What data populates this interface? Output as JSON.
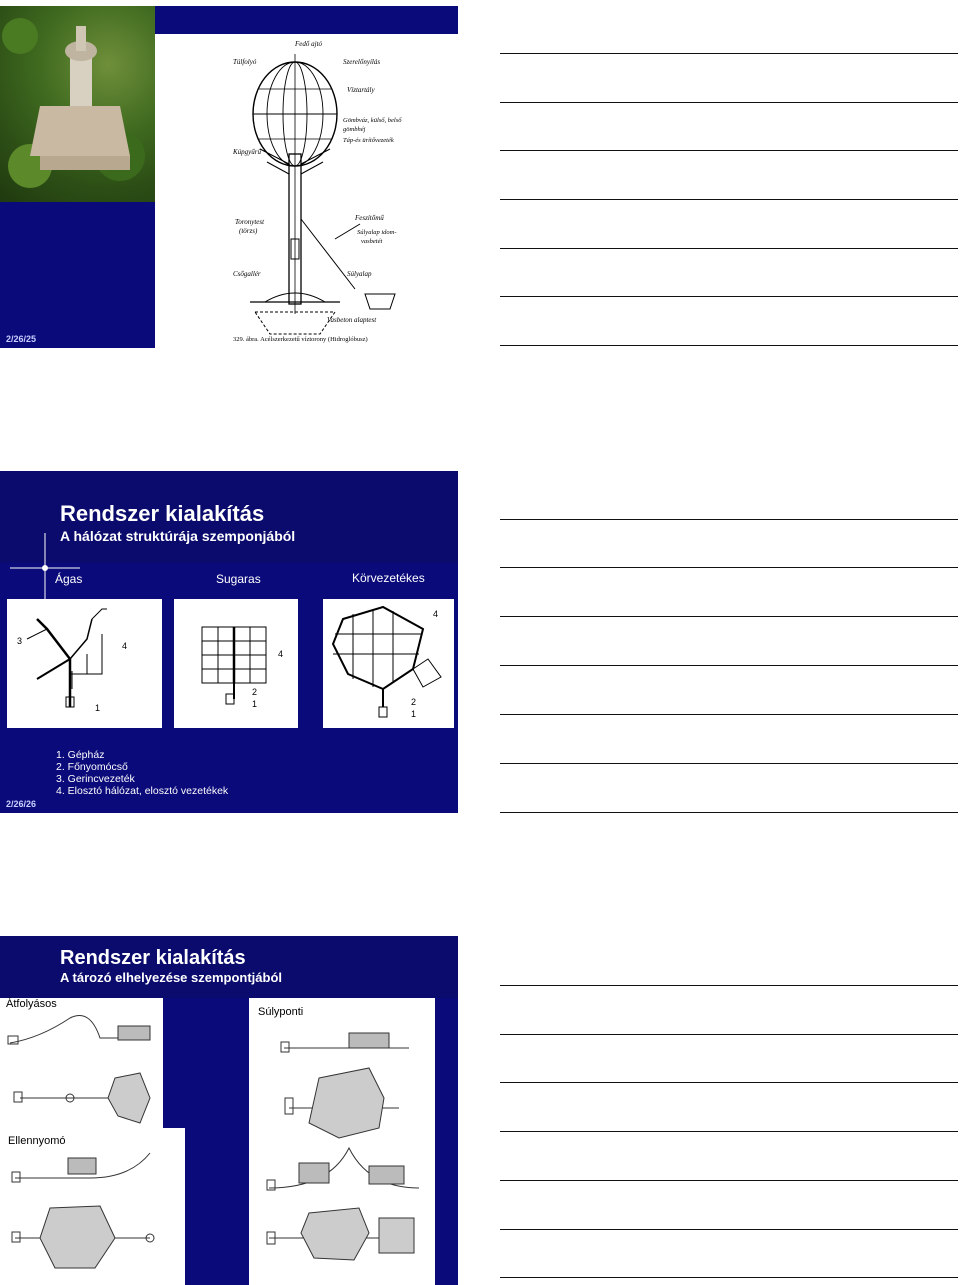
{
  "slides": [
    {
      "page": "2/26/25",
      "figure_labels": {
        "fedo_ajto": "Fedő ajtó",
        "tulfolyo": "Túlfolyó",
        "szerelonyilas": "Szerelőnyílás",
        "viztartaly": "Víztartály",
        "gombvaz": "Gömbváz, külső, belső",
        "gombhej": "gömbhéj",
        "tap": "Táp-és ürítővezeték",
        "kupgyuru": "Kúpgyűrű",
        "toronytest": "Toronytest",
        "torzs": "(törzs)",
        "feszitomu": "Feszítőmű",
        "sulyalap_idom": "Súlyalap idom-",
        "vasbetet": "vasbetét",
        "csogaller": "Csőgallér",
        "sulyalap": "Súlyalap",
        "vasbeton": "Vasbeton alaptest",
        "caption": "329. ábra. Acélszerkezetű víztorony (Hidroglóbusz)"
      }
    },
    {
      "page": "2/26/26",
      "title": "Rendszer kialakítás",
      "subtitle": "A hálózat struktúrája szemponjából",
      "columns": [
        "Ágas",
        "Sugaras",
        "Körvezetékes"
      ],
      "list": [
        "1.  Gépház",
        "2.  Főnyomócső",
        "3.  Gerincvezeték",
        "4.  Elosztó hálózat, elosztó vezetékek"
      ],
      "diagram_numbers": [
        "1",
        "2",
        "3",
        "4"
      ]
    },
    {
      "title": "Rendszer kialakítás",
      "subtitle": "A tározó elhelyezése szempontjából",
      "labels": {
        "atfolyasos": "Átfolyásos",
        "sulyponti": "Súlyponti",
        "ellennyomo": "Ellennyomó"
      }
    }
  ],
  "colors": {
    "slide_bg": "#0a0a7a",
    "accent": "#ffffff"
  }
}
